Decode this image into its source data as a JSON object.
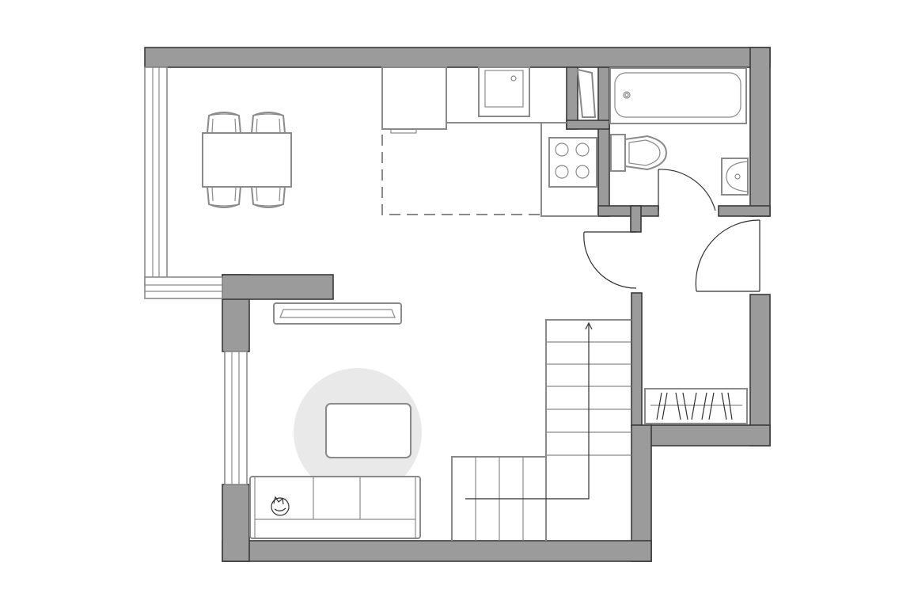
{
  "floor_plan": {
    "colors": {
      "background": "#ffffff",
      "wall_fill": "#9b9b9b",
      "wall_outline": "#3a3a3a",
      "fixture_line": "#8a8a8a",
      "door_line": "#2f2f2f",
      "rug": "#e9e9e9"
    },
    "furniture": [
      "dining-table",
      "dining-chair",
      "kitchen-counter",
      "kitchen-sink",
      "stove",
      "refrigerator",
      "bathtub",
      "toilet",
      "washbasin",
      "tv-console",
      "coffee-table",
      "sofa",
      "sleeping-cat",
      "wardrobe",
      "staircase"
    ],
    "icons": [
      "up-arrow-icon",
      "cat-icon"
    ]
  }
}
